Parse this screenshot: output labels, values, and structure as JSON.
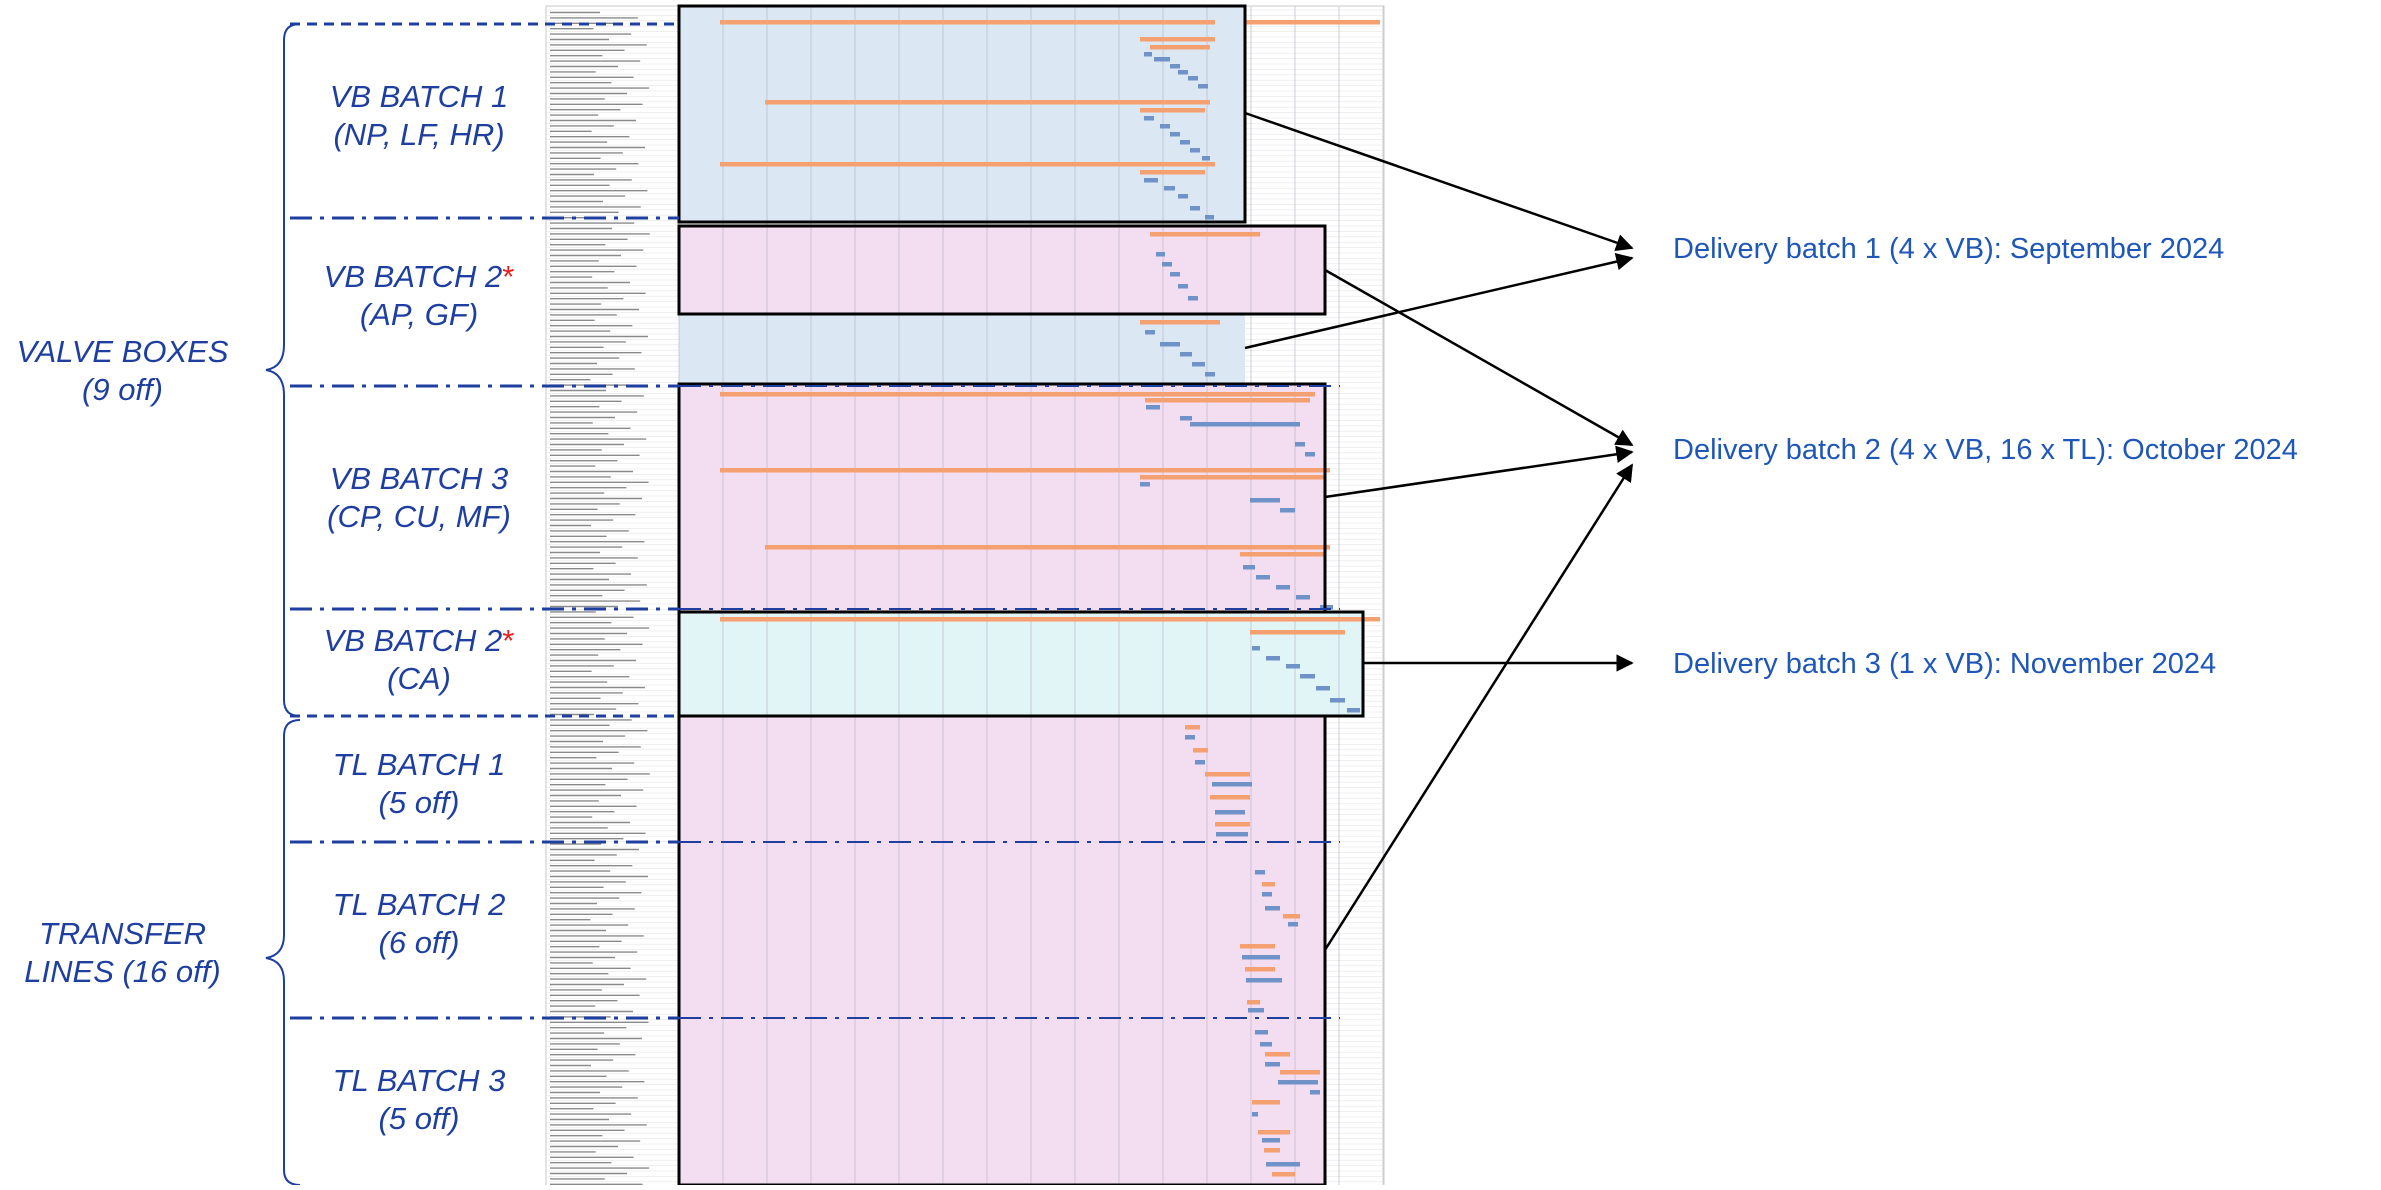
{
  "groups": [
    {
      "line1": "VALVE BOXES",
      "line2": "(9 off)"
    },
    {
      "line1": "TRANSFER",
      "line2": "LINES (16 off)"
    }
  ],
  "batches": [
    {
      "line1": "VB BATCH 1",
      "line2": "(NP, LF, HR)",
      "star": ""
    },
    {
      "line1": "VB BATCH 2",
      "line2": "(AP, GF)",
      "star": "*"
    },
    {
      "line1": "VB BATCH 3",
      "line2": "(CP, CU, MF)",
      "star": ""
    },
    {
      "line1": "VB BATCH 2",
      "line2": "(CA)",
      "star": "*"
    },
    {
      "line1": "TL BATCH 1",
      "line2": "(5 off)",
      "star": ""
    },
    {
      "line1": "TL BATCH 2",
      "line2": "(6 off)",
      "star": ""
    },
    {
      "line1": "TL BATCH 3",
      "line2": "(5 off)",
      "star": ""
    }
  ],
  "deliveries": [
    {
      "label": "Delivery batch 1 (4 x VB): September 2024"
    },
    {
      "label": "Delivery batch 2 (4 x VB, 16 x TL): October 2024"
    },
    {
      "label": "Delivery batch 3 (1 x VB): November 2024"
    }
  ],
  "colors": {
    "label_text": "#1f3fa0",
    "delivery_text": "#1f57b8",
    "dash_line": "#1f3fa0",
    "asterisk": "#e8201c",
    "batch_blue_fill": "#dbe7f3",
    "batch_pink_fill": "#f3ddf1",
    "batch_cyan_fill": "#e2f5f6",
    "gantt_orange": "#f4a070",
    "gantt_blue": "#6f93c8"
  }
}
